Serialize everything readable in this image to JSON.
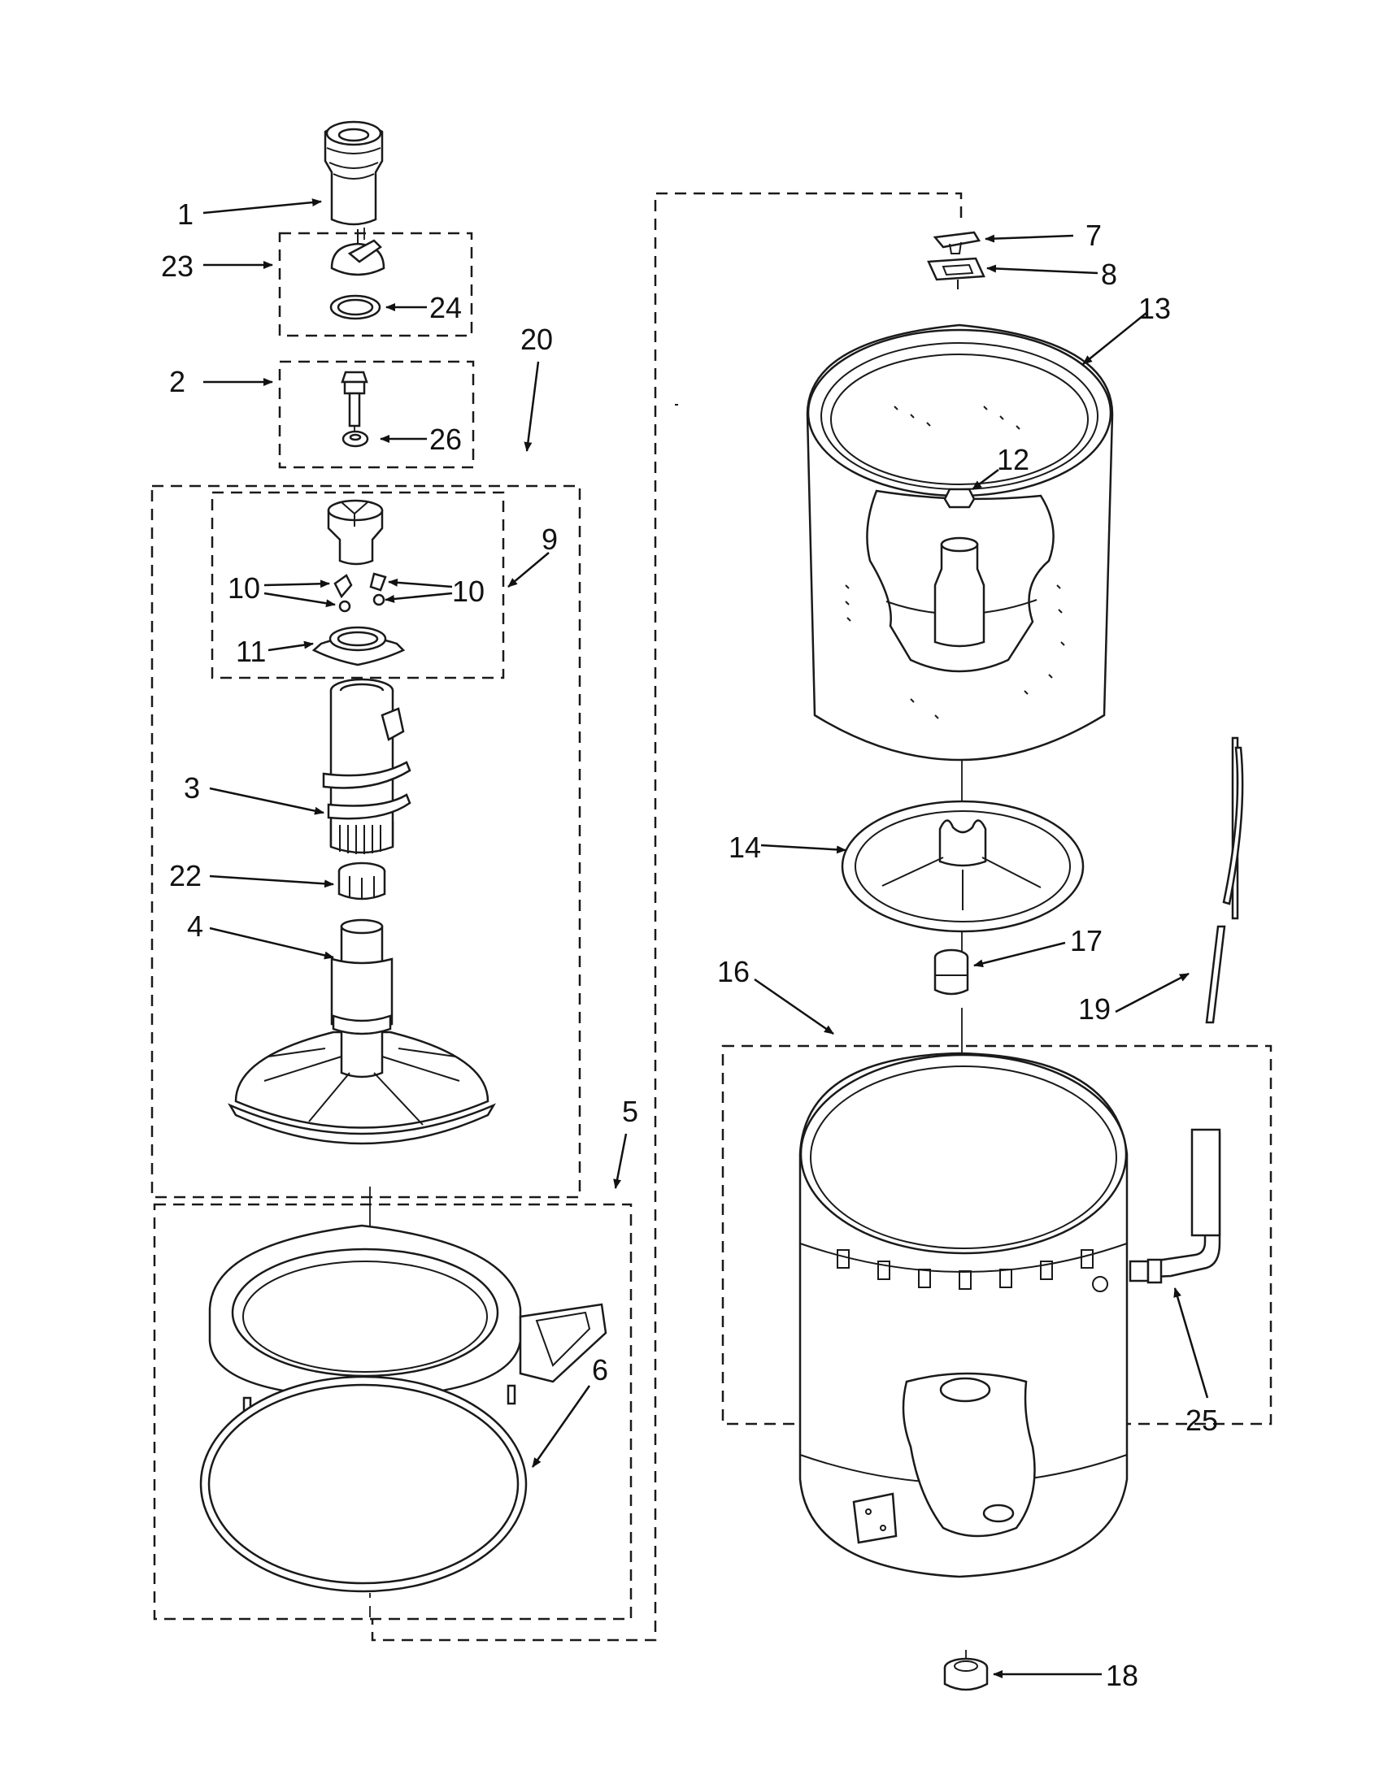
{
  "callouts": [
    {
      "id": "c1",
      "text": "1"
    },
    {
      "id": "c2",
      "text": "2"
    },
    {
      "id": "c3",
      "text": "3"
    },
    {
      "id": "c4",
      "text": "4"
    },
    {
      "id": "c5",
      "text": "5"
    },
    {
      "id": "c6",
      "text": "6"
    },
    {
      "id": "c7",
      "text": "7"
    },
    {
      "id": "c8",
      "text": "8"
    },
    {
      "id": "c9",
      "text": "9"
    },
    {
      "id": "c10a",
      "text": "10"
    },
    {
      "id": "c10b",
      "text": "10"
    },
    {
      "id": "c11",
      "text": "11"
    },
    {
      "id": "c12",
      "text": "12"
    },
    {
      "id": "c13",
      "text": "13"
    },
    {
      "id": "c14",
      "text": "14"
    },
    {
      "id": "c16",
      "text": "16"
    },
    {
      "id": "c17",
      "text": "17"
    },
    {
      "id": "c18",
      "text": "18"
    },
    {
      "id": "c19",
      "text": "19"
    },
    {
      "id": "c20",
      "text": "20"
    },
    {
      "id": "c22",
      "text": "22"
    },
    {
      "id": "c23",
      "text": "23"
    },
    {
      "id": "c24",
      "text": "24"
    },
    {
      "id": "c25",
      "text": "25"
    },
    {
      "id": "c26",
      "text": "26"
    }
  ]
}
